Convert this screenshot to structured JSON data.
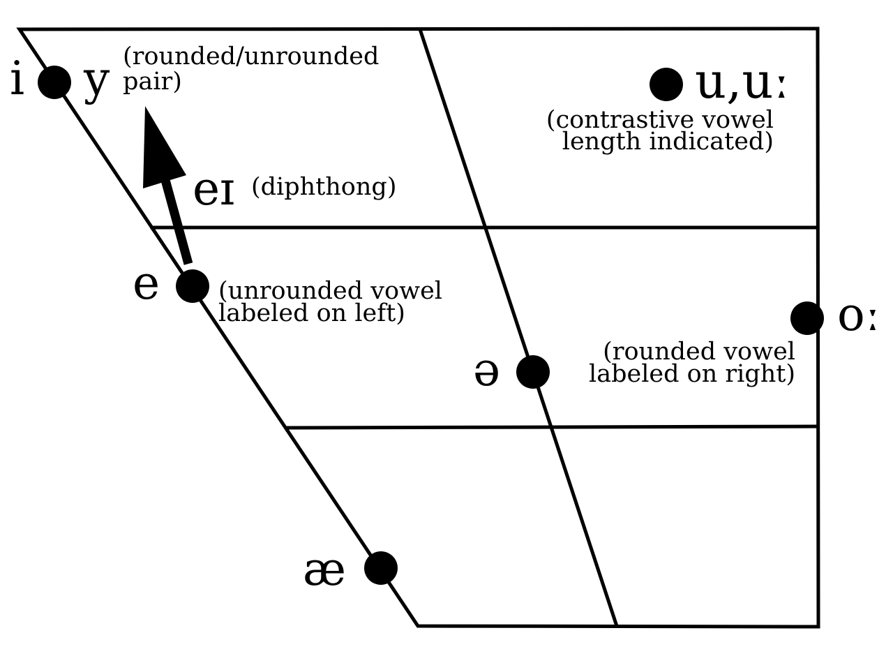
{
  "vowels": {
    "i": "i",
    "y": "y",
    "u": "u,uː",
    "e": "e",
    "ei": "eɪ",
    "schwa": "ə",
    "o": "oː",
    "ae": "æ"
  },
  "annotations": {
    "pair_line1": "(rounded/unrounded",
    "pair_line2": "pair)",
    "length_line1": "(contrastive vowel",
    "length_line2": "length indicated)",
    "diphthong": "(diphthong)",
    "unrounded_line1": "(unrounded vowel",
    "unrounded_line2": "labeled on left)",
    "rounded_line1": "(rounded vowel",
    "rounded_line2": "labeled on right)"
  },
  "colors": {
    "ink": "#000000",
    "background": "#ffffff"
  }
}
